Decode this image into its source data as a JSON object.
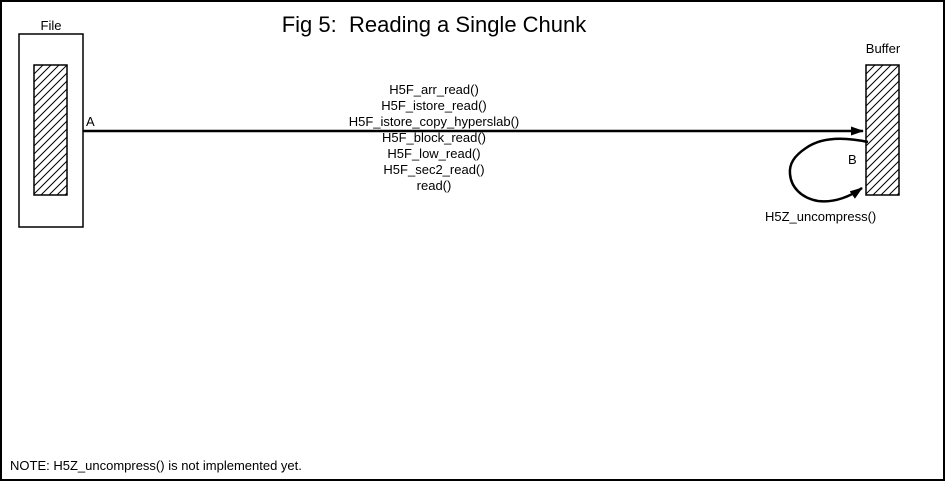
{
  "title": "Fig 5:  Reading a Single Chunk",
  "file": {
    "label": "File"
  },
  "buffer": {
    "label": "Buffer"
  },
  "arrow_a": {
    "label": "A",
    "calls": [
      "H5F_arr_read()",
      "H5F_istore_read()",
      "H5F_istore_copy_hyperslab()",
      "H5F_block_read()",
      "H5F_low_read()",
      "H5F_sec2_read()",
      "read()"
    ]
  },
  "arrow_b": {
    "label": "B",
    "call": "H5Z_uncompress()"
  },
  "note": "NOTE: H5Z_uncompress() is not implemented yet.",
  "colors": {
    "ink": "#000000",
    "background": "#ffffff"
  }
}
